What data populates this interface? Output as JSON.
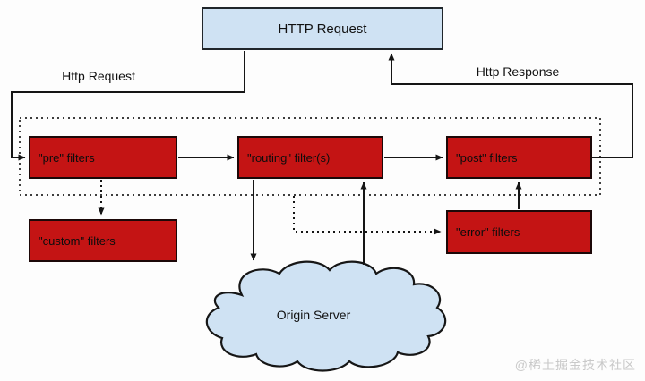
{
  "diagram": {
    "title_box": "HTTP Request",
    "labels": {
      "request": "Http Request",
      "response": "Http Response"
    },
    "filters": {
      "pre": "\"pre\" filters",
      "routing": "\"routing\" filter(s)",
      "post": "\"post\" filters",
      "custom": "\"custom\" filters",
      "error": "\"error\" filters"
    },
    "cloud": "Origin Server",
    "watermark": "@稀土掘金技术社区"
  },
  "colors": {
    "box_red": "#c41414",
    "box_blue": "#cfe2f3",
    "line": "#151515",
    "watermark": "#c9c9c9",
    "background": "#fdfdfd"
  }
}
